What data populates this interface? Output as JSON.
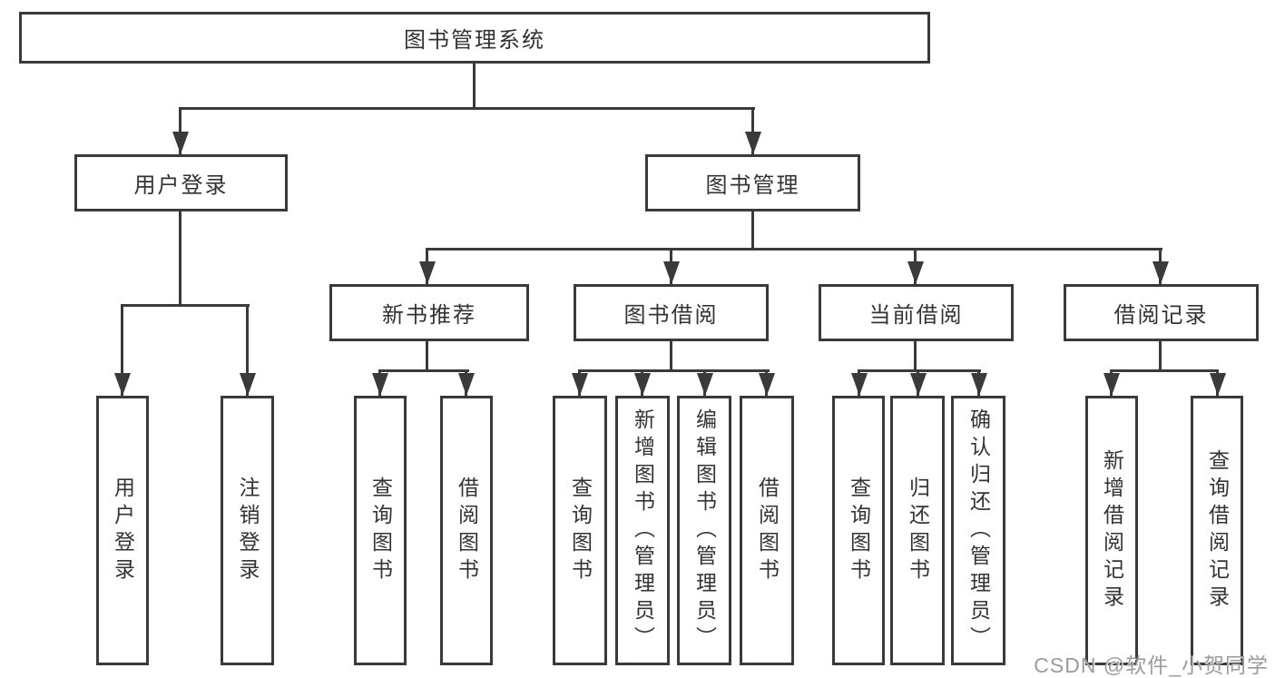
{
  "diagram": {
    "root": "图书管理系统",
    "level2": [
      "用户登录",
      "图书管理"
    ],
    "level3": [
      "新书推荐",
      "图书借阅",
      "当前借阅",
      "借阅记录"
    ],
    "leaves": {
      "user_login": [
        "用户登录",
        "注销登录"
      ],
      "new_book_recommend": [
        "查询图书",
        "借阅图书"
      ],
      "book_borrow": [
        "查询图书",
        "新增图书（管理员）",
        "编辑图书（管理员）",
        "借阅图书"
      ],
      "current_borrow": [
        "查询图书",
        "归还图书",
        "确认归还（管理员）"
      ],
      "borrow_records": [
        "新增借阅记录",
        "查询借阅记录"
      ]
    }
  },
  "watermark": "CSDN @软件_小贺同学",
  "colors": {
    "line": "#3a3a3a",
    "text": "#333333",
    "watermark": "#9c9c9c",
    "background": "#ffffff"
  }
}
